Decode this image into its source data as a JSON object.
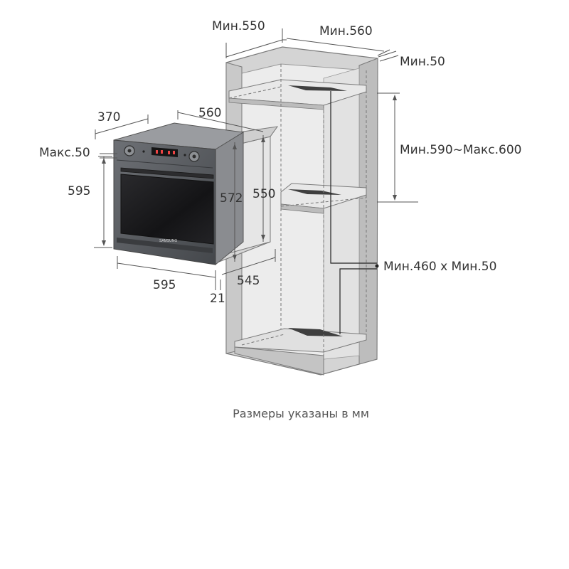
{
  "labels": {
    "cab_depth_min": "Мин.550",
    "cab_width_min": "Мин.560",
    "cab_gap_min": "Мин.50",
    "oven_depth": "370",
    "oven_width_top": "560",
    "oven_gap_max": "Макс.50",
    "opening_height_range": "Мин.590~Макс.600",
    "oven_height": "595",
    "oven_body_height": "572",
    "niche_height": "550",
    "vent_opening": "Мин.460 x Мин.50",
    "oven_width_bottom": "595",
    "oven_depth_bottom": "545",
    "front_thickness": "21"
  },
  "brand": "SAMSUNG",
  "caption": "Размеры указаны в мм",
  "colors": {
    "line": "#666666",
    "cabinet_fill": "#cfcfcf",
    "cabinet_inner": "#ececec",
    "oven_front": "#5f6266",
    "oven_glass": "#1c1c1e",
    "vent_dark": "#4a4a4a"
  }
}
